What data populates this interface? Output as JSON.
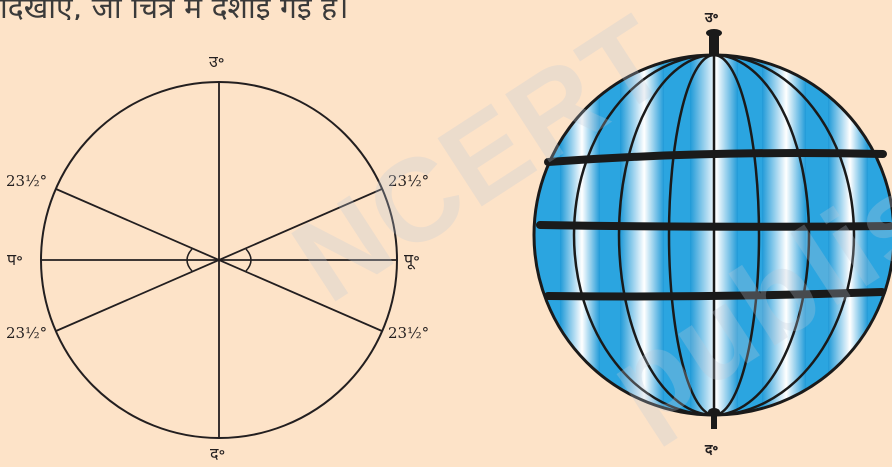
{
  "page": {
    "top_text": "दिखाएँ, जो चित्र में दर्शाई गई हैं।"
  },
  "left_diagram": {
    "north": "उ॰",
    "south": "द॰",
    "west": "प॰",
    "east": "पू॰",
    "angle_top_left": "23½°",
    "angle_top_right": "23½°",
    "angle_bottom_left": "23½°",
    "angle_bottom_right": "23½°"
  },
  "globe": {
    "north": "उ॰",
    "south": "द॰",
    "ocean_color": "#2ba5e0",
    "band_color": "#1a1a1a"
  },
  "watermark": {
    "line1": "NCERT",
    "line2": "publish"
  }
}
